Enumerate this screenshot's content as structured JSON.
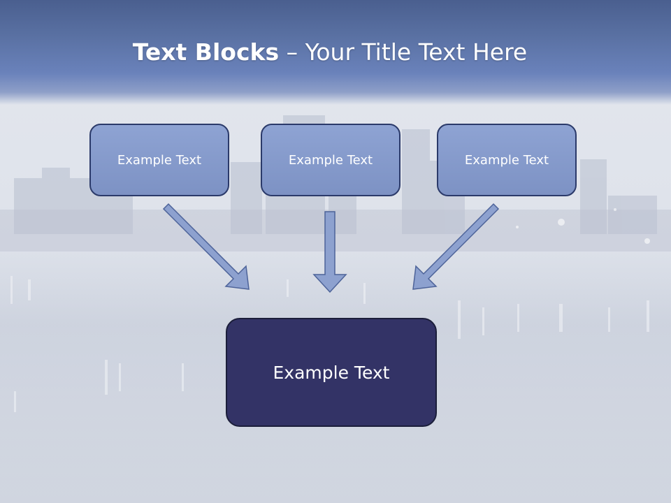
{
  "slide": {
    "title_bold": "Text Blocks",
    "title_dash": " – ",
    "title_rest": "Your Title Text Here",
    "blocks": [
      {
        "label": "Example Text"
      },
      {
        "label": "Example Text"
      },
      {
        "label": "Example Text"
      }
    ],
    "result": {
      "label": "Example Text"
    }
  },
  "colors": {
    "header": "#5a71a3",
    "block_fill": "#8ea3d3",
    "block_border": "#2b3a6a",
    "arrow_fill": "#8da1cf",
    "arrow_stroke": "#4d6399",
    "result_fill": "#333366"
  }
}
